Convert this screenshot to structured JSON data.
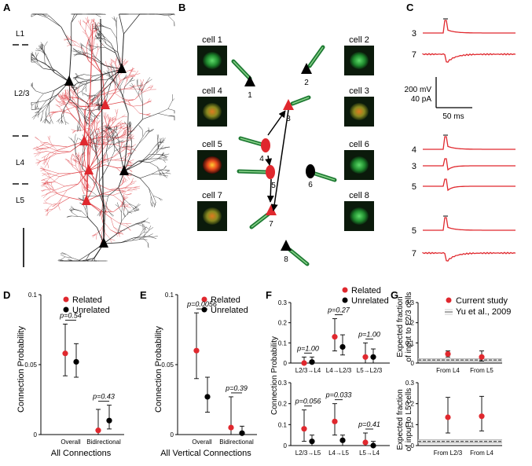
{
  "colors": {
    "related": "#e0282e",
    "unrelated": "#000000",
    "trace": "#e0282e",
    "dend_black": "#222222",
    "dend_red": "#e0474c",
    "cell_green": "#3fbf4f",
    "ref_band": "#bbbbbb"
  },
  "panels": {
    "A": {
      "letter": "A",
      "layers": [
        "L1",
        "L2/3",
        "L4",
        "L5"
      ]
    },
    "B": {
      "letter": "B",
      "cells": [
        {
          "label": "cell 1",
          "num": "1",
          "hue": "green"
        },
        {
          "label": "cell 2",
          "num": "2",
          "hue": "green"
        },
        {
          "label": "cell 3",
          "num": "3",
          "hue": "mixed"
        },
        {
          "label": "cell 4",
          "num": "4",
          "hue": "mixed"
        },
        {
          "label": "cell 5",
          "num": "5",
          "hue": "red"
        },
        {
          "label": "cell 6",
          "num": "6",
          "hue": "green"
        },
        {
          "label": "cell 7",
          "num": "7",
          "hue": "mixed"
        },
        {
          "label": "cell 8",
          "num": "8",
          "hue": "green"
        }
      ]
    },
    "C": {
      "letter": "C",
      "trace_labels": [
        "3",
        "7",
        "4",
        "3",
        "5",
        "5",
        "7"
      ],
      "scale_v": "200 mV",
      "scale_i": "40 pA",
      "scale_t": "50 ms"
    },
    "D": {
      "letter": "D",
      "ylabel": "Connection Probability",
      "xlabel": "All Connections"
    },
    "E": {
      "letter": "E",
      "ylabel": "Connection Probability",
      "xlabel": "All Vertical Connections"
    },
    "F": {
      "letter": "F",
      "ylabel": "Connection Probability"
    },
    "G": {
      "letter": "G",
      "ylabel_top": "Expected fraction of input to L2/3 cells",
      "ylabel_bottom": "Expected fraction of input to L5 cells"
    }
  },
  "legend": {
    "related": "Related",
    "unrelated": "Unrelated",
    "current": "Current study",
    "yu": "Yu et al., 2009"
  },
  "chart_data": [
    {
      "type": "scatter",
      "panel": "D",
      "categories": [
        "Overall",
        "Bidirectional"
      ],
      "ylim": [
        0,
        0.1
      ],
      "yticks": [
        "0",
        "0.05",
        "0.1"
      ],
      "series": [
        {
          "name": "Related",
          "values": [
            0.058,
            0.003
          ],
          "lo": [
            0.042,
            0.0
          ],
          "hi": [
            0.079,
            0.018
          ]
        },
        {
          "name": "Unrelated",
          "values": [
            0.052,
            0.01
          ],
          "lo": [
            0.041,
            0.004
          ],
          "hi": [
            0.065,
            0.021
          ]
        }
      ],
      "pvalues": [
        "p=0.54",
        "p=0.43"
      ],
      "xlabel": "All Connections",
      "ylabel": "Connection Probability"
    },
    {
      "type": "scatter",
      "panel": "E",
      "categories": [
        "Overall",
        "Bidirectional"
      ],
      "ylim": [
        0,
        0.1
      ],
      "yticks": [
        "0",
        "0.05",
        "0.1"
      ],
      "series": [
        {
          "name": "Related",
          "values": [
            0.06,
            0.005
          ],
          "lo": [
            0.04,
            0.0
          ],
          "hi": [
            0.087,
            0.027
          ]
        },
        {
          "name": "Unrelated",
          "values": [
            0.027,
            0.001
          ],
          "lo": [
            0.016,
            0.0
          ],
          "hi": [
            0.041,
            0.006
          ]
        }
      ],
      "pvalues": [
        "p=0.0056",
        "p=0.39"
      ],
      "xlabel": "All Vertical Connections",
      "ylabel": "Connection Probability"
    },
    {
      "type": "scatter",
      "panel": "F-top",
      "categories": [
        "L2/3→L4",
        "L4→L2/3",
        "L5→L2/3"
      ],
      "ylim": [
        0,
        0.3
      ],
      "yticks": [
        "0",
        "0.1",
        "0.2",
        "0.3"
      ],
      "series": [
        {
          "name": "Related",
          "values": [
            0.0,
            0.13,
            0.03
          ],
          "lo": [
            0.0,
            0.06,
            0.0
          ],
          "hi": [
            0.03,
            0.22,
            0.1
          ]
        },
        {
          "name": "Unrelated",
          "values": [
            0.005,
            0.08,
            0.03
          ],
          "lo": [
            0.0,
            0.04,
            0.0
          ],
          "hi": [
            0.03,
            0.14,
            0.07
          ]
        }
      ],
      "pvalues": [
        "p=1.00",
        "p=0.27",
        "p=1.00"
      ]
    },
    {
      "type": "scatter",
      "panel": "F-bottom",
      "categories": [
        "L2/3→L5",
        "L4→L5",
        "L5→L4"
      ],
      "ylim": [
        0,
        0.3
      ],
      "yticks": [
        "0",
        "0.1",
        "0.2",
        "0.3"
      ],
      "series": [
        {
          "name": "Related",
          "values": [
            0.08,
            0.115,
            0.015
          ],
          "lo": [
            0.02,
            0.05,
            0.0
          ],
          "hi": [
            0.17,
            0.2,
            0.06
          ]
        },
        {
          "name": "Unrelated",
          "values": [
            0.02,
            0.025,
            0.0
          ],
          "lo": [
            0.0,
            0.0,
            0.0
          ],
          "hi": [
            0.05,
            0.05,
            0.02
          ]
        }
      ],
      "pvalues": [
        "p=0.056",
        "p=0.033",
        "p=0.41"
      ]
    },
    {
      "type": "scatter",
      "panel": "G-top",
      "categories": [
        "From L4",
        "From L5"
      ],
      "ylim": [
        0,
        0.3
      ],
      "yticks": [
        "0",
        "0.1",
        "0.2",
        "0.3"
      ],
      "series": [
        {
          "name": "Current study",
          "values": [
            0.045,
            0.03
          ],
          "lo": [
            0.03,
            0.01
          ],
          "hi": [
            0.06,
            0.06
          ]
        }
      ],
      "reference": {
        "name": "Yu et al., 2009",
        "value": 0.015,
        "band": [
          0.008,
          0.022
        ]
      },
      "ylabel": "Expected fraction of input to L2/3 cells"
    },
    {
      "type": "scatter",
      "panel": "G-bottom",
      "categories": [
        "From L2/3",
        "From L4"
      ],
      "ylim": [
        0,
        0.3
      ],
      "yticks": [
        "0",
        "0.1",
        "0.2",
        "0.3"
      ],
      "series": [
        {
          "name": "Current study",
          "values": [
            0.135,
            0.14
          ],
          "lo": [
            0.06,
            0.07
          ],
          "hi": [
            0.23,
            0.235
          ]
        }
      ],
      "reference": {
        "name": "Yu et al., 2009",
        "value": 0.02,
        "band": [
          0.012,
          0.028
        ]
      },
      "ylabel": "Expected fraction of input to L5 cells"
    }
  ]
}
